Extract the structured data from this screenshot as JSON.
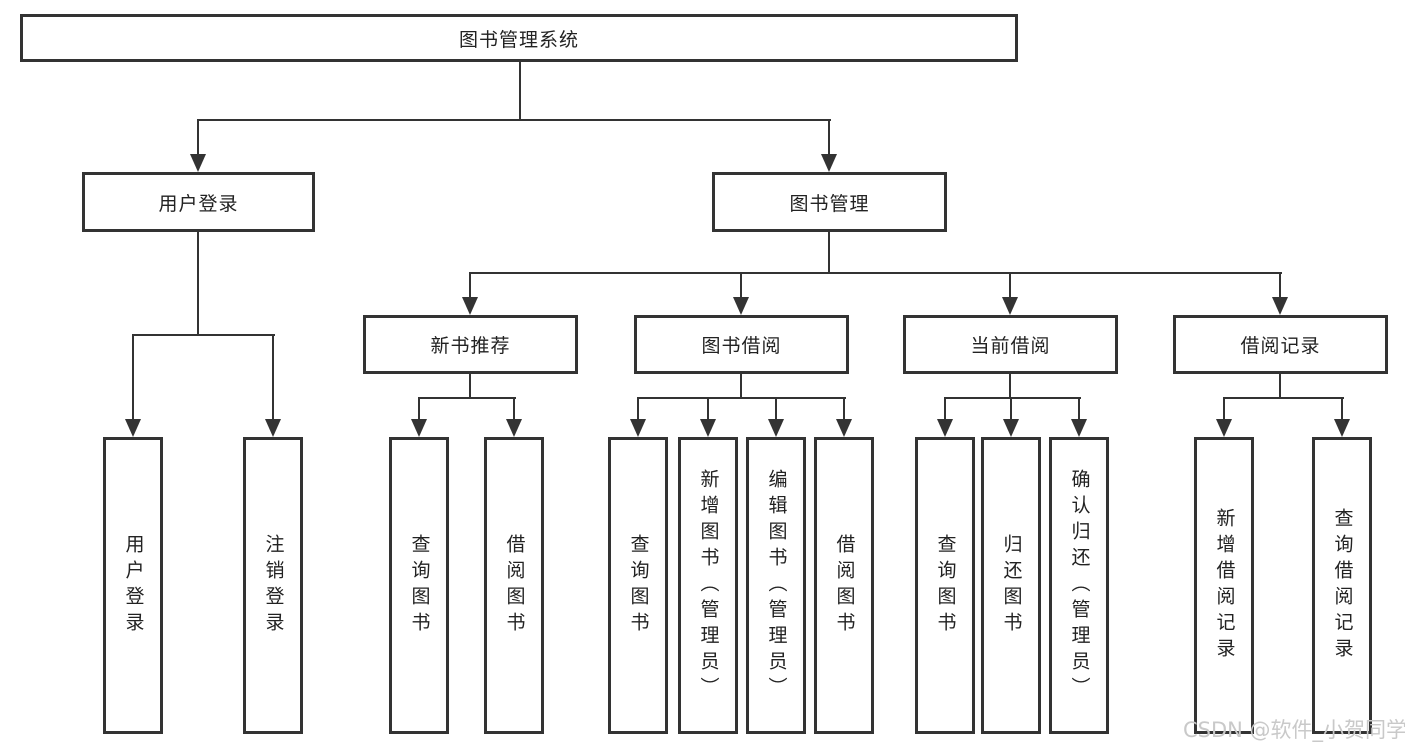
{
  "colors": {
    "line": "#333333",
    "box_background": "#ffffff",
    "text": "#222222",
    "watermark": "#c9c9c9"
  },
  "root": {
    "label": "图书管理系统"
  },
  "login": {
    "label": "用户登录",
    "leaves": [
      {
        "label": "用户登录"
      },
      {
        "label": "注销登录"
      }
    ]
  },
  "management": {
    "label": "图书管理",
    "groups": [
      {
        "label": "新书推荐",
        "leaves": [
          {
            "label": "查询图书"
          },
          {
            "label": "借阅图书"
          }
        ]
      },
      {
        "label": "图书借阅",
        "leaves": [
          {
            "label": "查询图书"
          },
          {
            "label": "新增图书（管理员）"
          },
          {
            "label": "编辑图书（管理员）"
          },
          {
            "label": "借阅图书"
          }
        ]
      },
      {
        "label": "当前借阅",
        "leaves": [
          {
            "label": "查询图书"
          },
          {
            "label": "归还图书"
          },
          {
            "label": "确认归还（管理员）"
          }
        ]
      },
      {
        "label": "借阅记录",
        "leaves": [
          {
            "label": "新增借阅记录"
          },
          {
            "label": "查询借阅记录"
          }
        ]
      }
    ]
  },
  "watermark": {
    "text": "CSDN @软件_小贺同学"
  }
}
